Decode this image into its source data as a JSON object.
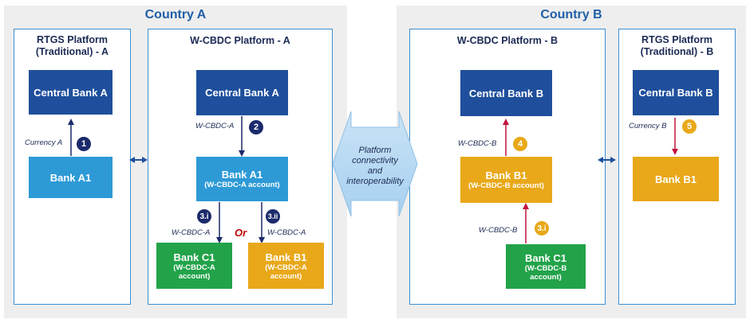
{
  "country_a": {
    "title": "Country A",
    "rtgs": {
      "title_line1": "RTGS Platform",
      "title_line2": "(Traditional) - A",
      "central_bank": "Central Bank A",
      "bank": "Bank A1",
      "flow_label": "Currency A",
      "step": "1"
    },
    "wcbdc": {
      "title": "W-CBDC Platform - A",
      "central_bank": "Central Bank A",
      "flow_label_top": "W-CBDC-A",
      "step_top": "2",
      "bank_a1_name": "Bank A1",
      "bank_a1_account": "(W-CBDC-A account)",
      "step_left": "3.i",
      "step_right": "3.ii",
      "flow_label_left": "W-CBDC-A",
      "flow_label_right": "W-CBDC-A",
      "or_text": "Or",
      "bank_c1_name": "Bank C1",
      "bank_c1_line2": "(W-CBDC-A",
      "bank_c1_line3": "account)",
      "bank_b1_name": "Bank B1",
      "bank_b1_line2": "(W-CBDC-A",
      "bank_b1_line3": "account)"
    }
  },
  "country_b": {
    "title": "Country B",
    "wcbdc": {
      "title": "W-CBDC Platform - B",
      "central_bank": "Central Bank B",
      "flow_label_top": "W-CBDC-B",
      "step_top": "4",
      "bank_b1_name": "Bank B1",
      "bank_b1_account": "(W-CBDC-B account)",
      "flow_label_bottom": "W-CBDC-B",
      "step_bottom": "3.i",
      "bank_c1_name": "Bank C1",
      "bank_c1_line2": "(W-CBDC-B",
      "bank_c1_line3": "account)"
    },
    "rtgs": {
      "title_line1": "RTGS Platform",
      "title_line2": "(Traditional) - B",
      "central_bank": "Central Bank B",
      "bank": "Bank B1",
      "flow_label": "Currency B",
      "step": "5"
    }
  },
  "connector": {
    "line1": "Platform",
    "line2": "connectivity",
    "line3": "and",
    "line4": "interoperability"
  },
  "colors": {
    "dark_blue": "#1f4f9c",
    "light_blue": "#2d9ad6",
    "green": "#22a34a",
    "gold": "#e8a819",
    "red_arrow": "#c0143c",
    "or_red": "#c00000"
  }
}
